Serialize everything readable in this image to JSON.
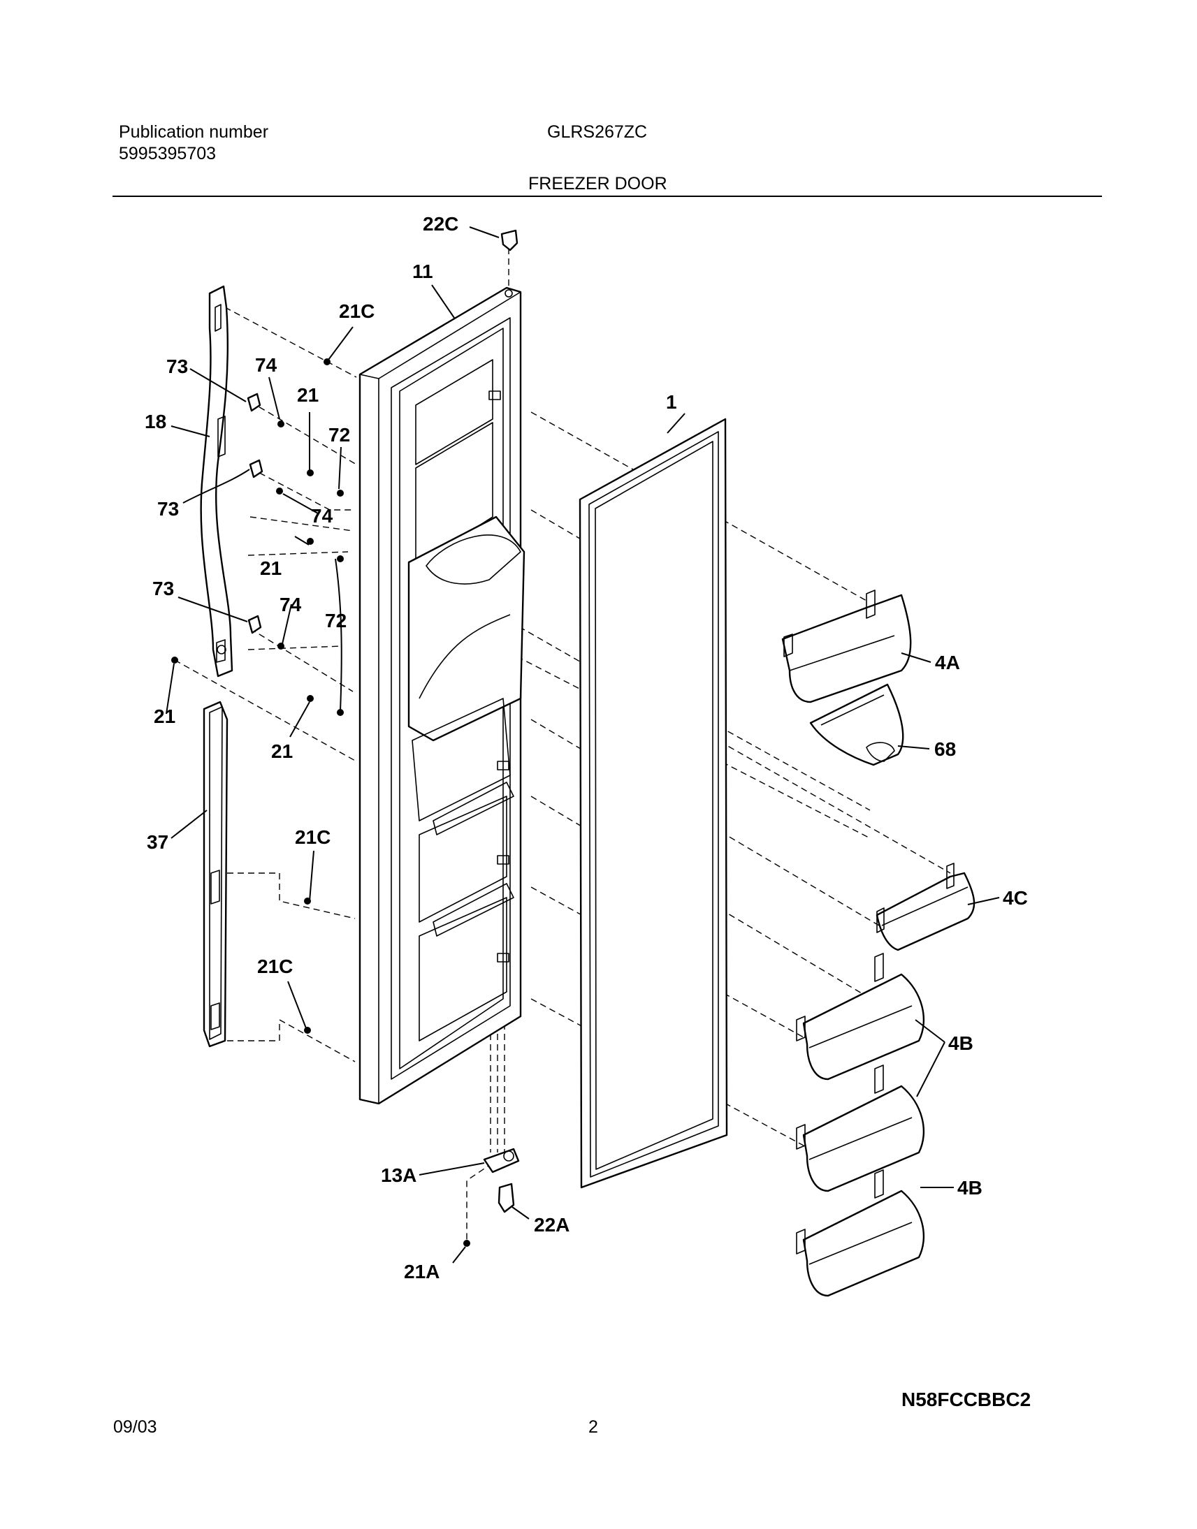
{
  "header": {
    "publication_label": "Publication number",
    "publication_number": "5995395703",
    "model": "GLRS267ZC",
    "section_title": "FREEZER DOOR"
  },
  "footer": {
    "date": "09/03",
    "page": "2",
    "diagram_code": "N58FCCBBC2"
  },
  "callouts": {
    "c22c_top": "22C",
    "c11": "11",
    "c21c_top": "21C",
    "c73_a": "73",
    "c74_a": "74",
    "c21_a": "21",
    "c72_a": "72",
    "c18": "18",
    "c73_b": "73",
    "c74_b": "74",
    "c21_b": "21",
    "c73_c": "73",
    "c74_c": "74",
    "c72_b": "72",
    "c21_c": "21",
    "c21_d": "21",
    "c37": "37",
    "c21c_mid": "21C",
    "c21c_low": "21C",
    "c13a": "13A",
    "c22a": "22A",
    "c21a": "21A",
    "c1": "1",
    "c4a": "4A",
    "c68": "68",
    "c4c": "4C",
    "c4b_a": "4B",
    "c4b_b": "4B"
  }
}
